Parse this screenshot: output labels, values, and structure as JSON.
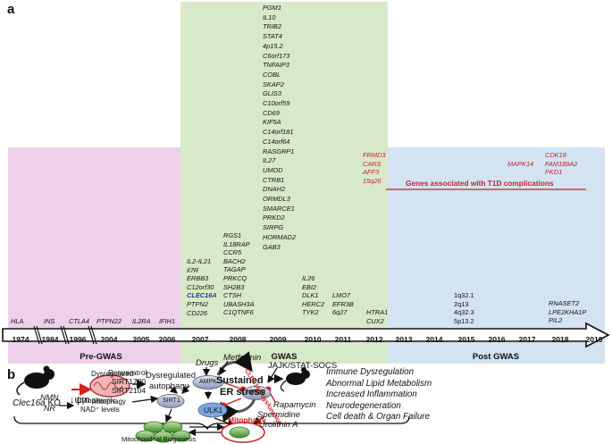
{
  "panel_a": {
    "label": "a",
    "eras": {
      "pre": "Pre-GWAS",
      "gwas": "GWAS",
      "post": "Post GWAS"
    },
    "years": [
      "1974",
      "1984",
      "1996",
      "2004",
      "2005",
      "2006",
      "2007",
      "2008",
      "2009",
      "2010",
      "2011",
      "2012",
      "2013",
      "2014",
      "2015",
      "2016",
      "2017",
      "2018",
      "2019"
    ],
    "genes": {
      "y1974": [
        "HLA"
      ],
      "y1984": [
        "INS"
      ],
      "y1996": [
        "CTLA4"
      ],
      "y2004": [
        "PTPN22"
      ],
      "y2005": [
        "IL2RA"
      ],
      "y2006": [
        "IFIH1"
      ],
      "y2007": [
        "IL2-IL21",
        "Il7R",
        "ERBB3",
        "C12orf30",
        "CLEC16A",
        "PTPN2",
        "CD226"
      ],
      "y2008": [
        "RGS1",
        "IL18RAP",
        "CCR5",
        "BACH2",
        "TAGAP",
        "PRKCQ",
        "SH2B3",
        "CTSH",
        "UBASH3A",
        "C1QTNF6"
      ],
      "y2009": [
        "PGM1",
        "IL10",
        "TRIB2",
        "STAT4",
        "4p15.2",
        "C6orf173",
        "TNFAIP3",
        "COBL",
        "SKAP2",
        "GLIS3",
        "C10orf59",
        "CD69",
        "KIF5A",
        "C14orf181",
        "C14orf64",
        "RASGRP1",
        "IL27",
        "UMOD",
        "CTRB1",
        "DNAH2",
        "ORMDL3",
        "SMARCE1",
        "PRKD2",
        "SIRPG",
        "HORMAD2",
        "GAB3"
      ],
      "y2010": [
        "IL26",
        "EBI2",
        "DLK1",
        "HERC2",
        "TYK2"
      ],
      "y2011": [
        "LMO7",
        "EFR3B",
        "6q27"
      ],
      "y2012_t1d": [
        "FRMD3",
        "CARS",
        "AFF3",
        "15q26"
      ],
      "y2012": [
        "HTRA1",
        "CUX2"
      ],
      "y2015": [
        "1q32.1",
        "2q13",
        "4q32.3",
        "5p13.2"
      ],
      "y2017_t1d": [
        "MAPK14"
      ],
      "y2018_t1d": [
        "CDK18",
        "FAM189A2",
        "PKD1"
      ],
      "y2018": [
        "RNASET2",
        "LPE2KHA1P",
        "PIL2"
      ]
    },
    "t1d_title": "Genes associated with T1D complications",
    "colors": {
      "pre": "#eed0ea",
      "gwas": "#d8e9c9",
      "post": "#d4e3f2",
      "t1d": "#c0262c",
      "clec": "#1f3c8a"
    }
  },
  "panel_b": {
    "label": "b",
    "ko_label": "Clec16a",
    "ko_suffix": "KO",
    "psi_label": "↓ψm",
    "dysregulated_mitophagy": "Dysregulated",
    "mitophagy_word": "Mitophagy",
    "dysregulated_autophagy_1": "Dysregulated",
    "dysregulated_autophagy_2": "autophagy",
    "sustained_1": "Sustained",
    "sustained_2": "ER stress",
    "clec_dysfunction": "CLEC16A dysfunction",
    "outcomes": [
      "Immune Dysregulation",
      "Abnormal Lipid Metabolism",
      "Increased Inflammation",
      "Neurodegeneration",
      "Cell death & Organ Failure"
    ],
    "resveratrol": "Resveratrol",
    "sirt1720": "SIRT1720",
    "sirt2104": "SIRT2104",
    "nmn": "NMN",
    "nr": "NR",
    "cytoplasmic_1": "Cytoplasmic",
    "cytoplasmic_2": "NAD⁺ levels",
    "drugs": "Drugs",
    "metformin": "Metformin",
    "ampk": "AMPK",
    "sirt1": "SIRT1",
    "mtor": "mTOR",
    "ulk1": "ULK1",
    "jajk": "JAJK/STAT-SOCS",
    "rapamycin": "Rapamycin",
    "spermidine": "Spermidine",
    "urolithin": "Urolithin A",
    "mitophagy_label": "Mitophagy",
    "biogenesis": "Mitochondrial Biogenesis"
  }
}
